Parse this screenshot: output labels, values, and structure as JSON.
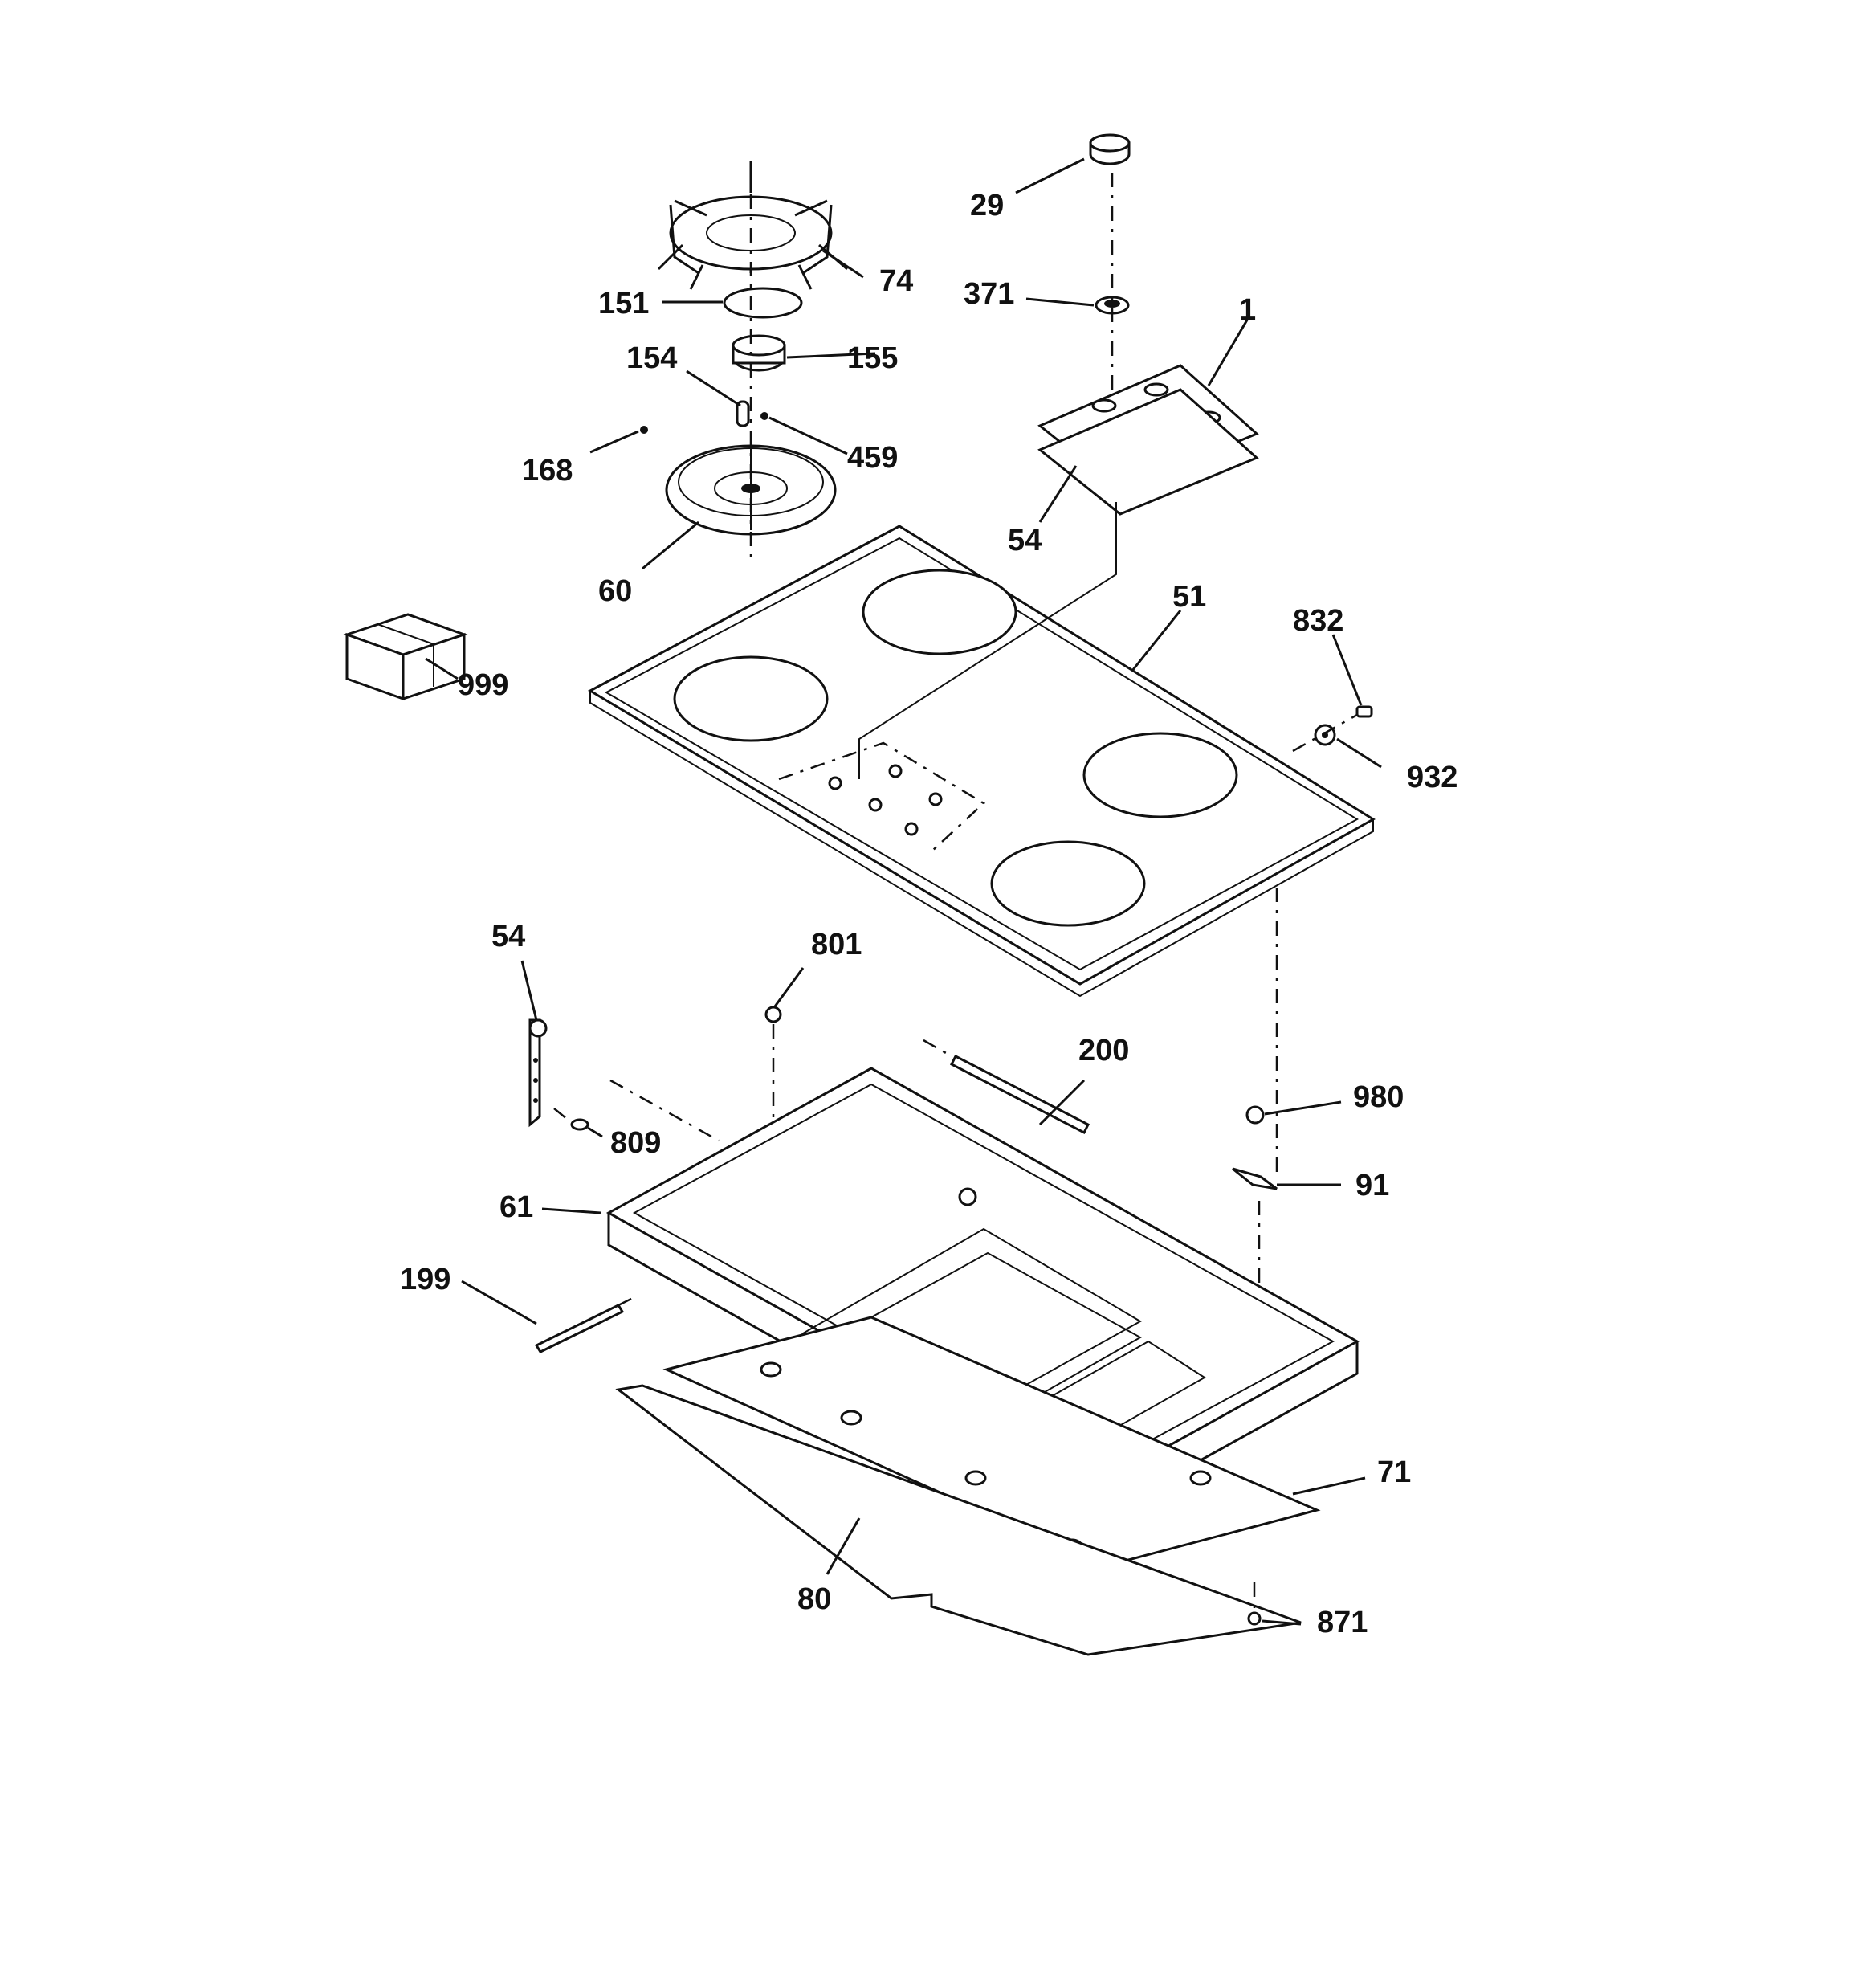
{
  "callouts": [
    {
      "id": "p29",
      "text": "29"
    },
    {
      "id": "p74",
      "text": "74"
    },
    {
      "id": "p151",
      "text": "151"
    },
    {
      "id": "p371",
      "text": "371"
    },
    {
      "id": "p1",
      "text": "1"
    },
    {
      "id": "p154",
      "text": "154"
    },
    {
      "id": "p155",
      "text": "155"
    },
    {
      "id": "p168",
      "text": "168"
    },
    {
      "id": "p459",
      "text": "459"
    },
    {
      "id": "p54a",
      "text": "54"
    },
    {
      "id": "p60",
      "text": "60"
    },
    {
      "id": "p51",
      "text": "51"
    },
    {
      "id": "p832",
      "text": "832"
    },
    {
      "id": "p999",
      "text": "999"
    },
    {
      "id": "p932",
      "text": "932"
    },
    {
      "id": "p54b",
      "text": "54"
    },
    {
      "id": "p801",
      "text": "801"
    },
    {
      "id": "p200",
      "text": "200"
    },
    {
      "id": "p980",
      "text": "980"
    },
    {
      "id": "p809",
      "text": "809"
    },
    {
      "id": "p91",
      "text": "91"
    },
    {
      "id": "p61",
      "text": "61"
    },
    {
      "id": "p199",
      "text": "199"
    },
    {
      "id": "p71",
      "text": "71"
    },
    {
      "id": "p80",
      "text": "80"
    },
    {
      "id": "p871",
      "text": "871"
    }
  ],
  "colors": {
    "line": "#111111",
    "background": "#ffffff"
  }
}
